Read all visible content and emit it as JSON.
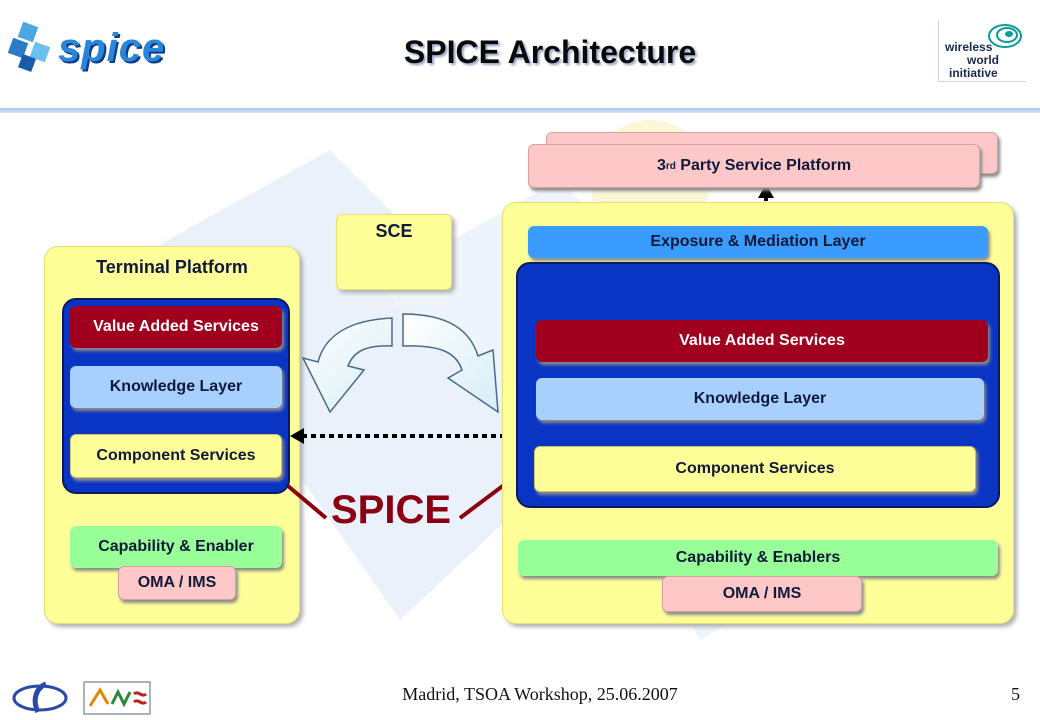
{
  "header": {
    "logo_text": "spice",
    "title": "SPICE Architecture",
    "partner_logo_lines": [
      "wireless",
      "world",
      "initiative"
    ]
  },
  "terminal_platform": {
    "title": "Terminal Platform",
    "layers": [
      "Value Added Services",
      "Knowledge Layer",
      "Component Services"
    ],
    "capability": "Capability & Enabler",
    "oma": "OMA / IMS"
  },
  "middle": {
    "sce_label": "SCE",
    "spice_label": "SPICE"
  },
  "network_platform": {
    "third_party_base": "3",
    "third_party_sup": "rd",
    "third_party_rest": " Party Service Platform",
    "exposure": "Exposure & Mediation Layer",
    "layers": [
      "Value Added Services",
      "Knowledge Layer",
      "Component Services"
    ],
    "capability": "Capability & Enablers",
    "oma": "OMA / IMS"
  },
  "footer": {
    "text": "Madrid, TSOA Workshop, 25.06.2007",
    "page": "5"
  },
  "colors": {
    "panel_yellow": "#ffff99",
    "stack_blue": "#0a34c4",
    "value_added_red": "#a0001e",
    "knowledge_blue": "#a8d0ff",
    "capability_green": "#99ff99",
    "oma_pink": "#ffc8c8",
    "exposure_blue": "#3a9cff",
    "spice_red": "#8b0010"
  },
  "icons": [
    "spice-logo-icon",
    "wireless-world-logo-icon",
    "footer-logo-icon",
    "footer-chart-icon"
  ]
}
